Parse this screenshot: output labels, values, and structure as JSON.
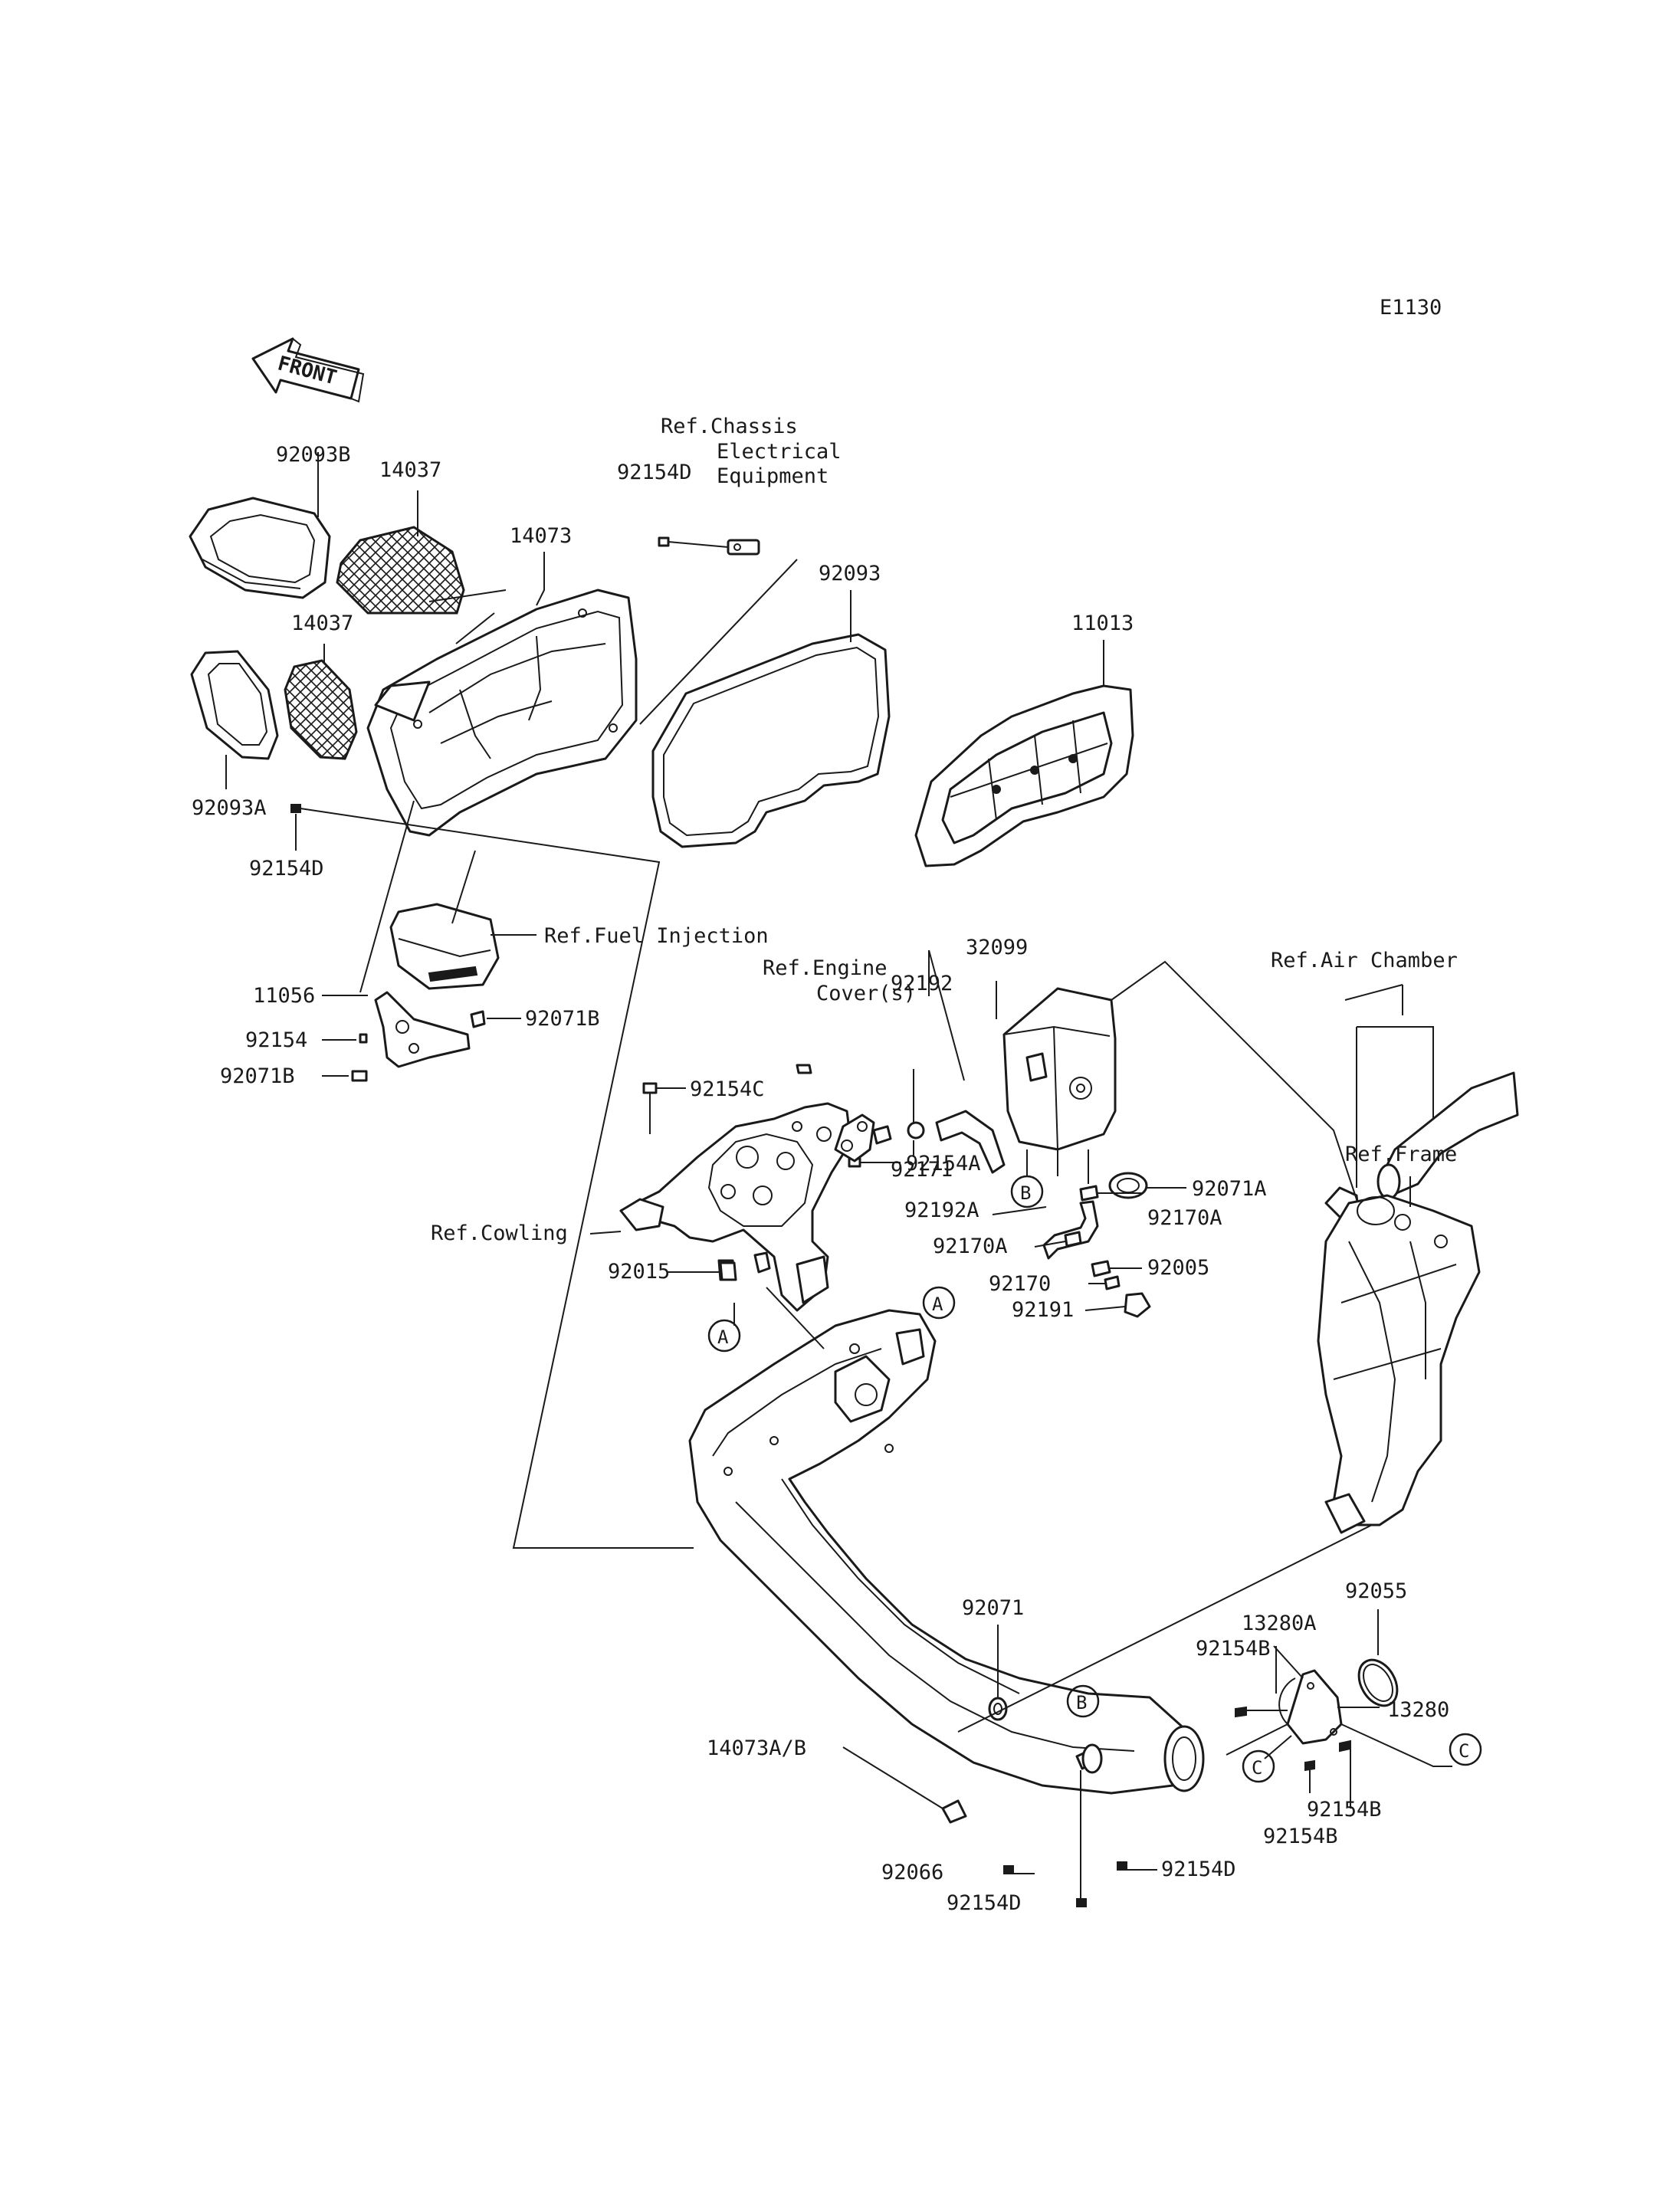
{
  "diagram_code": "E1130",
  "front_label": "FRONT",
  "references": {
    "chassis_electrical": [
      "Ref.Chassis",
      "Electrical",
      "Equipment"
    ],
    "fuel_injection": "Ref.Fuel Injection",
    "engine_cover": [
      "Ref.Engine",
      "Cover(s)"
    ],
    "air_chamber": "Ref.Air Chamber",
    "frame": "Ref.Frame",
    "cowling": "Ref.Cowling"
  },
  "part_numbers": {
    "p92093B": "92093B",
    "p14037_top": "14037",
    "p14073": "14073",
    "p92154D_top": "92154D",
    "p92093": "92093",
    "p11013": "11013",
    "p14037_mid": "14037",
    "p92093A": "92093A",
    "p92154D_left": "92154D",
    "p11056": "11056",
    "p92154": "92154",
    "p92071B_right": "92071B",
    "p92071B_left": "92071B",
    "p32099": "32099",
    "p92192": "92192",
    "p92154C": "92154C",
    "p92171": "92171",
    "p92071A": "92071A",
    "p92170A_top": "92170A",
    "p92154A": "92154A",
    "p92192A": "92192A",
    "p92170A_mid": "92170A",
    "p92005": "92005",
    "p92170": "92170",
    "p92191": "92191",
    "p92015": "92015",
    "p92055": "92055",
    "p13280A": "13280A",
    "p92154B_top": "92154B",
    "p13280": "13280",
    "p92071": "92071",
    "p14073AB": "14073A/B",
    "p92154B_right": "92154B",
    "p92154B_bottom": "92154B",
    "p92066": "92066",
    "p92154D_bottom_right": "92154D",
    "p92154D_bottom": "92154D"
  },
  "callouts": {
    "a1": "A",
    "a2": "A",
    "b1": "B",
    "b2": "B",
    "c1": "C",
    "c2": "C"
  }
}
